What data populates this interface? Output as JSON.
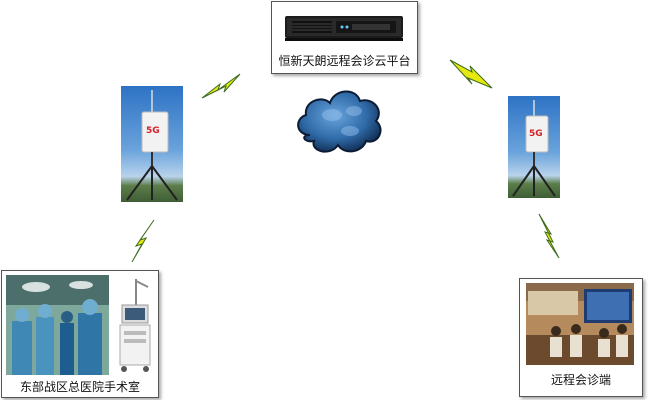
{
  "nodes": {
    "cloud_platform": {
      "label": "恒新天朗远程会诊云平台"
    },
    "hospital": {
      "label": "东部战区总医院手术室"
    },
    "remote": {
      "label": "远程会诊端"
    },
    "tower_left": {
      "badge": "5G"
    },
    "tower_right": {
      "badge": "5G"
    }
  },
  "colors": {
    "lightning": "#e6e80f",
    "lightning_stroke": "#3a6b1e",
    "cloud": "#2f6aa8",
    "sky": "#2d72c4"
  },
  "icons": [
    "server-icon",
    "cloud-icon",
    "lightning-icon",
    "5g-tower-icon"
  ]
}
